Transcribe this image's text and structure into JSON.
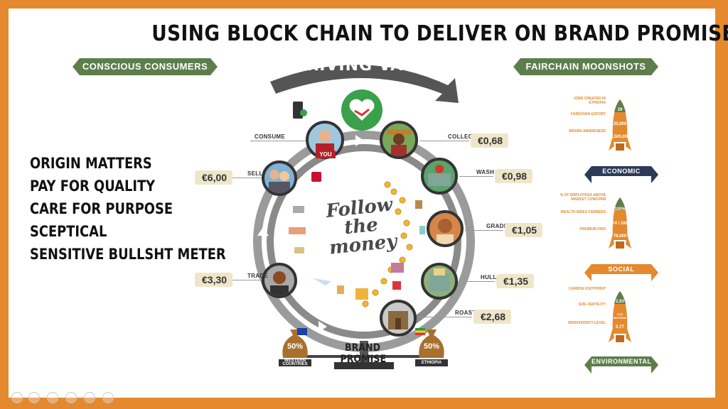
{
  "title": "USING BLOCK CHAIN TO DELIVER ON BRAND PROMISE",
  "left_banner": "CONSCIOUS CONSUMERS",
  "right_banner": "FAIRCHAIN MOONSHOTS",
  "consumer_points": [
    "ORIGIN MATTERS",
    "PAY FOR QUALITY",
    "CARE FOR PURPOSE",
    "SCEPTICAL",
    "SENSITIVE BULLSHT METER"
  ],
  "center": {
    "driving_value": "DRIVING VALUE",
    "follow_money": [
      "Follow",
      "the",
      "money"
    ],
    "brand_promise": [
      "BRAND",
      "PROMISE"
    ],
    "you_badge": "YOU"
  },
  "steps": {
    "consume": {
      "label": "CONSUME"
    },
    "sell": {
      "label": "SELL",
      "price": "€6,00"
    },
    "trade": {
      "label": "TRADE",
      "price": "€3,30"
    },
    "collect": {
      "label": "COLLECT",
      "price": "€0,68"
    },
    "wash": {
      "label": "WASH",
      "price": "€0,98"
    },
    "grade": {
      "label": "GRADE",
      "price": "€1,05"
    },
    "hull": {
      "label": "HULL",
      "price": "€1,35"
    },
    "roast": {
      "label": "ROAST",
      "price": "€2,68"
    }
  },
  "split": {
    "western": {
      "pct": "50%",
      "label": "WESTERN COUNTRIES"
    },
    "ethiopia": {
      "pct": "50%",
      "label": "ETHIOPIA"
    }
  },
  "moonshots": {
    "economic": {
      "label": "ECONOMIC",
      "notes": [
        "JOBS CREATED IN ETHIOPIA",
        "FAIRCHAIN EXPORT",
        "BRAND AWARENESS"
      ],
      "values": [
        "29",
        "25,000",
        "2,500,000"
      ]
    },
    "social": {
      "label": "SOCIAL",
      "notes": [
        "% OF EMPLOYEES ABOVE MARKET CONFORM",
        "WEALTH INDEX FARMERS",
        "PREMIUM PAID"
      ],
      "values": [
        "100%",
        "74 / 100",
        "78,000"
      ]
    },
    "environmental": {
      "label": "ENVIRONMENTAL",
      "notes": [
        "CARBON FOOTPRINT",
        "SOIL FERTILITY",
        "BIODIVERSITY LEVEL"
      ],
      "values": [
        "2,93",
        "CO2 NEUTRAL",
        "0,77"
      ]
    }
  },
  "colors": {
    "frame": "#e4892e",
    "green_banner": "#5d7e4b",
    "navy_banner": "#2d3b58",
    "price_tag": "#efe6c9",
    "heart_badge": "#3aa04b"
  }
}
